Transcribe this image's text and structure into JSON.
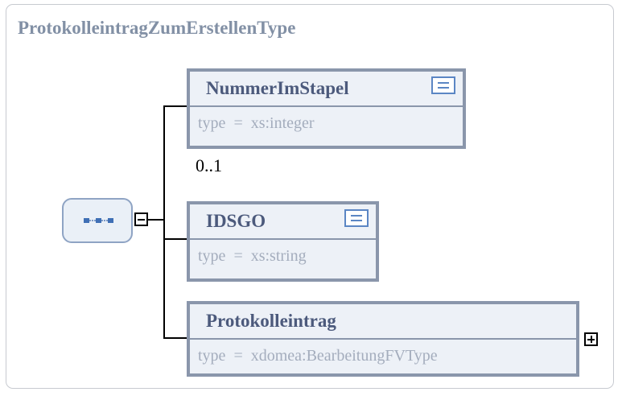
{
  "diagram": {
    "title": "ProtokolleintragZumErstellenType",
    "elements": [
      {
        "name": "NummerImStapel",
        "type_label": "type",
        "equals": "=",
        "type_value": "xs:integer",
        "occurrence": "0..1",
        "has_doc_icon": true
      },
      {
        "name": "IDSGO",
        "type_label": "type",
        "equals": "=",
        "type_value": "xs:string",
        "has_doc_icon": true
      },
      {
        "name": "Protokolleintrag",
        "type_label": "type",
        "equals": "=",
        "type_value": "xdomea:BearbeitungFVType",
        "expandable": true
      }
    ],
    "compositor": {
      "kind": "sequence",
      "icon": "sequence-icon",
      "collapse_icon": "minus-box-icon"
    },
    "colors": {
      "border": "#8a96ab",
      "fill": "#edf1f7",
      "name": "#4c5a7c",
      "type_text": "#a4adbd",
      "title": "#8290a5"
    }
  }
}
